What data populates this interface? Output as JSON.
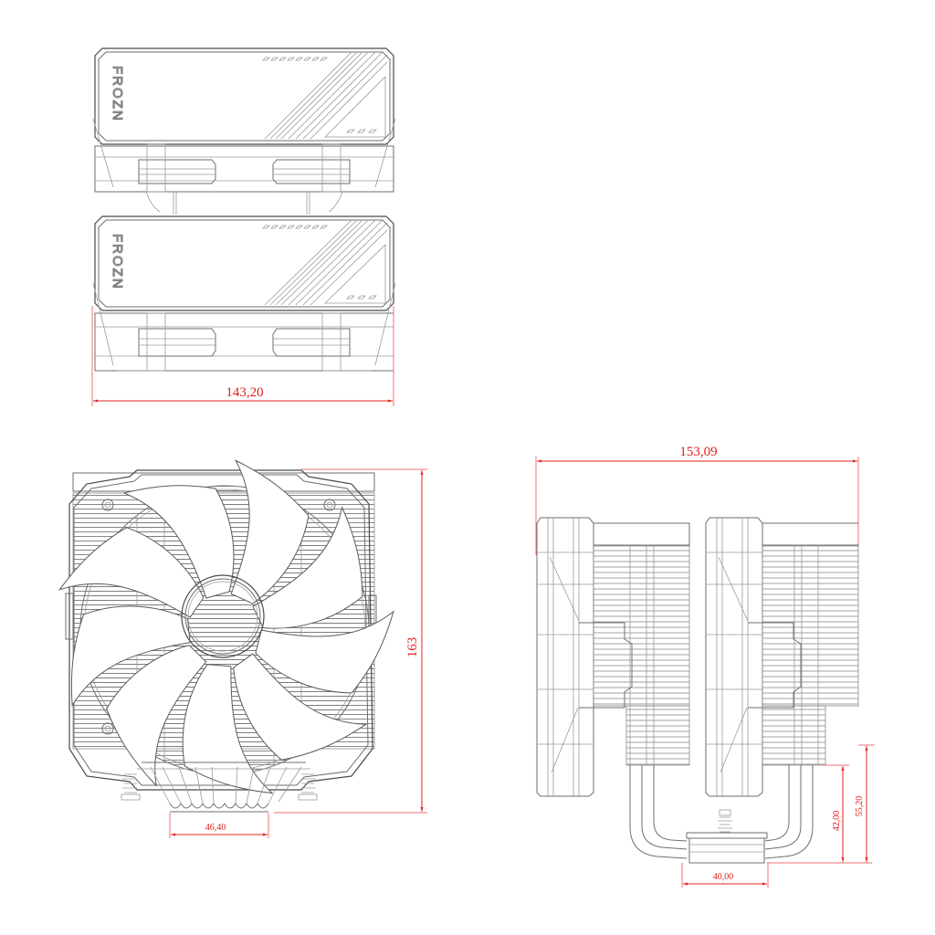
{
  "drawing": {
    "title": "CPU cooler dimensioned technical drawing",
    "views": {
      "top": {
        "brand_text": "FROZN",
        "fan_count": 2,
        "width_dimension": "143,20"
      },
      "front": {
        "height_dimension": "163",
        "base_width_dimension": "46,40",
        "fan_blades": 9
      },
      "side": {
        "depth_dimension": "153,09",
        "base_width_dimension": "40,00",
        "clearance_dimension_1": "42,00",
        "clearance_dimension_2": "55,20"
      }
    },
    "colors": {
      "line": "#6e6e6e",
      "dimension": "#e02020",
      "background": "#ffffff"
    }
  }
}
